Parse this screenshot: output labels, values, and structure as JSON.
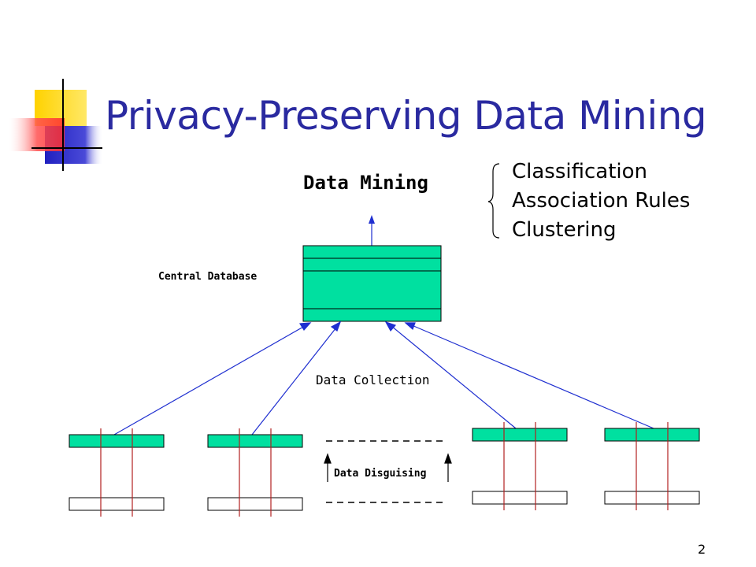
{
  "slide": {
    "title": "Privacy-Preserving Data Mining",
    "page_number": "2"
  },
  "diagram": {
    "data_mining_label": "Data Mining",
    "techniques": [
      "Classification",
      "Association Rules",
      "Clustering"
    ],
    "central_database_label": "Central Database",
    "data_collection_label": "Data Collection",
    "data_disguising_label": "Data Disguising"
  },
  "colors": {
    "title": "#2a2aa0",
    "database_fill": "#00e0a0",
    "arrow": "#1f2fd0",
    "record_line": "#b22020",
    "deco_yellow": "#ffd200",
    "deco_red": "#ff4040",
    "deco_blue": "#2a2ac8"
  }
}
